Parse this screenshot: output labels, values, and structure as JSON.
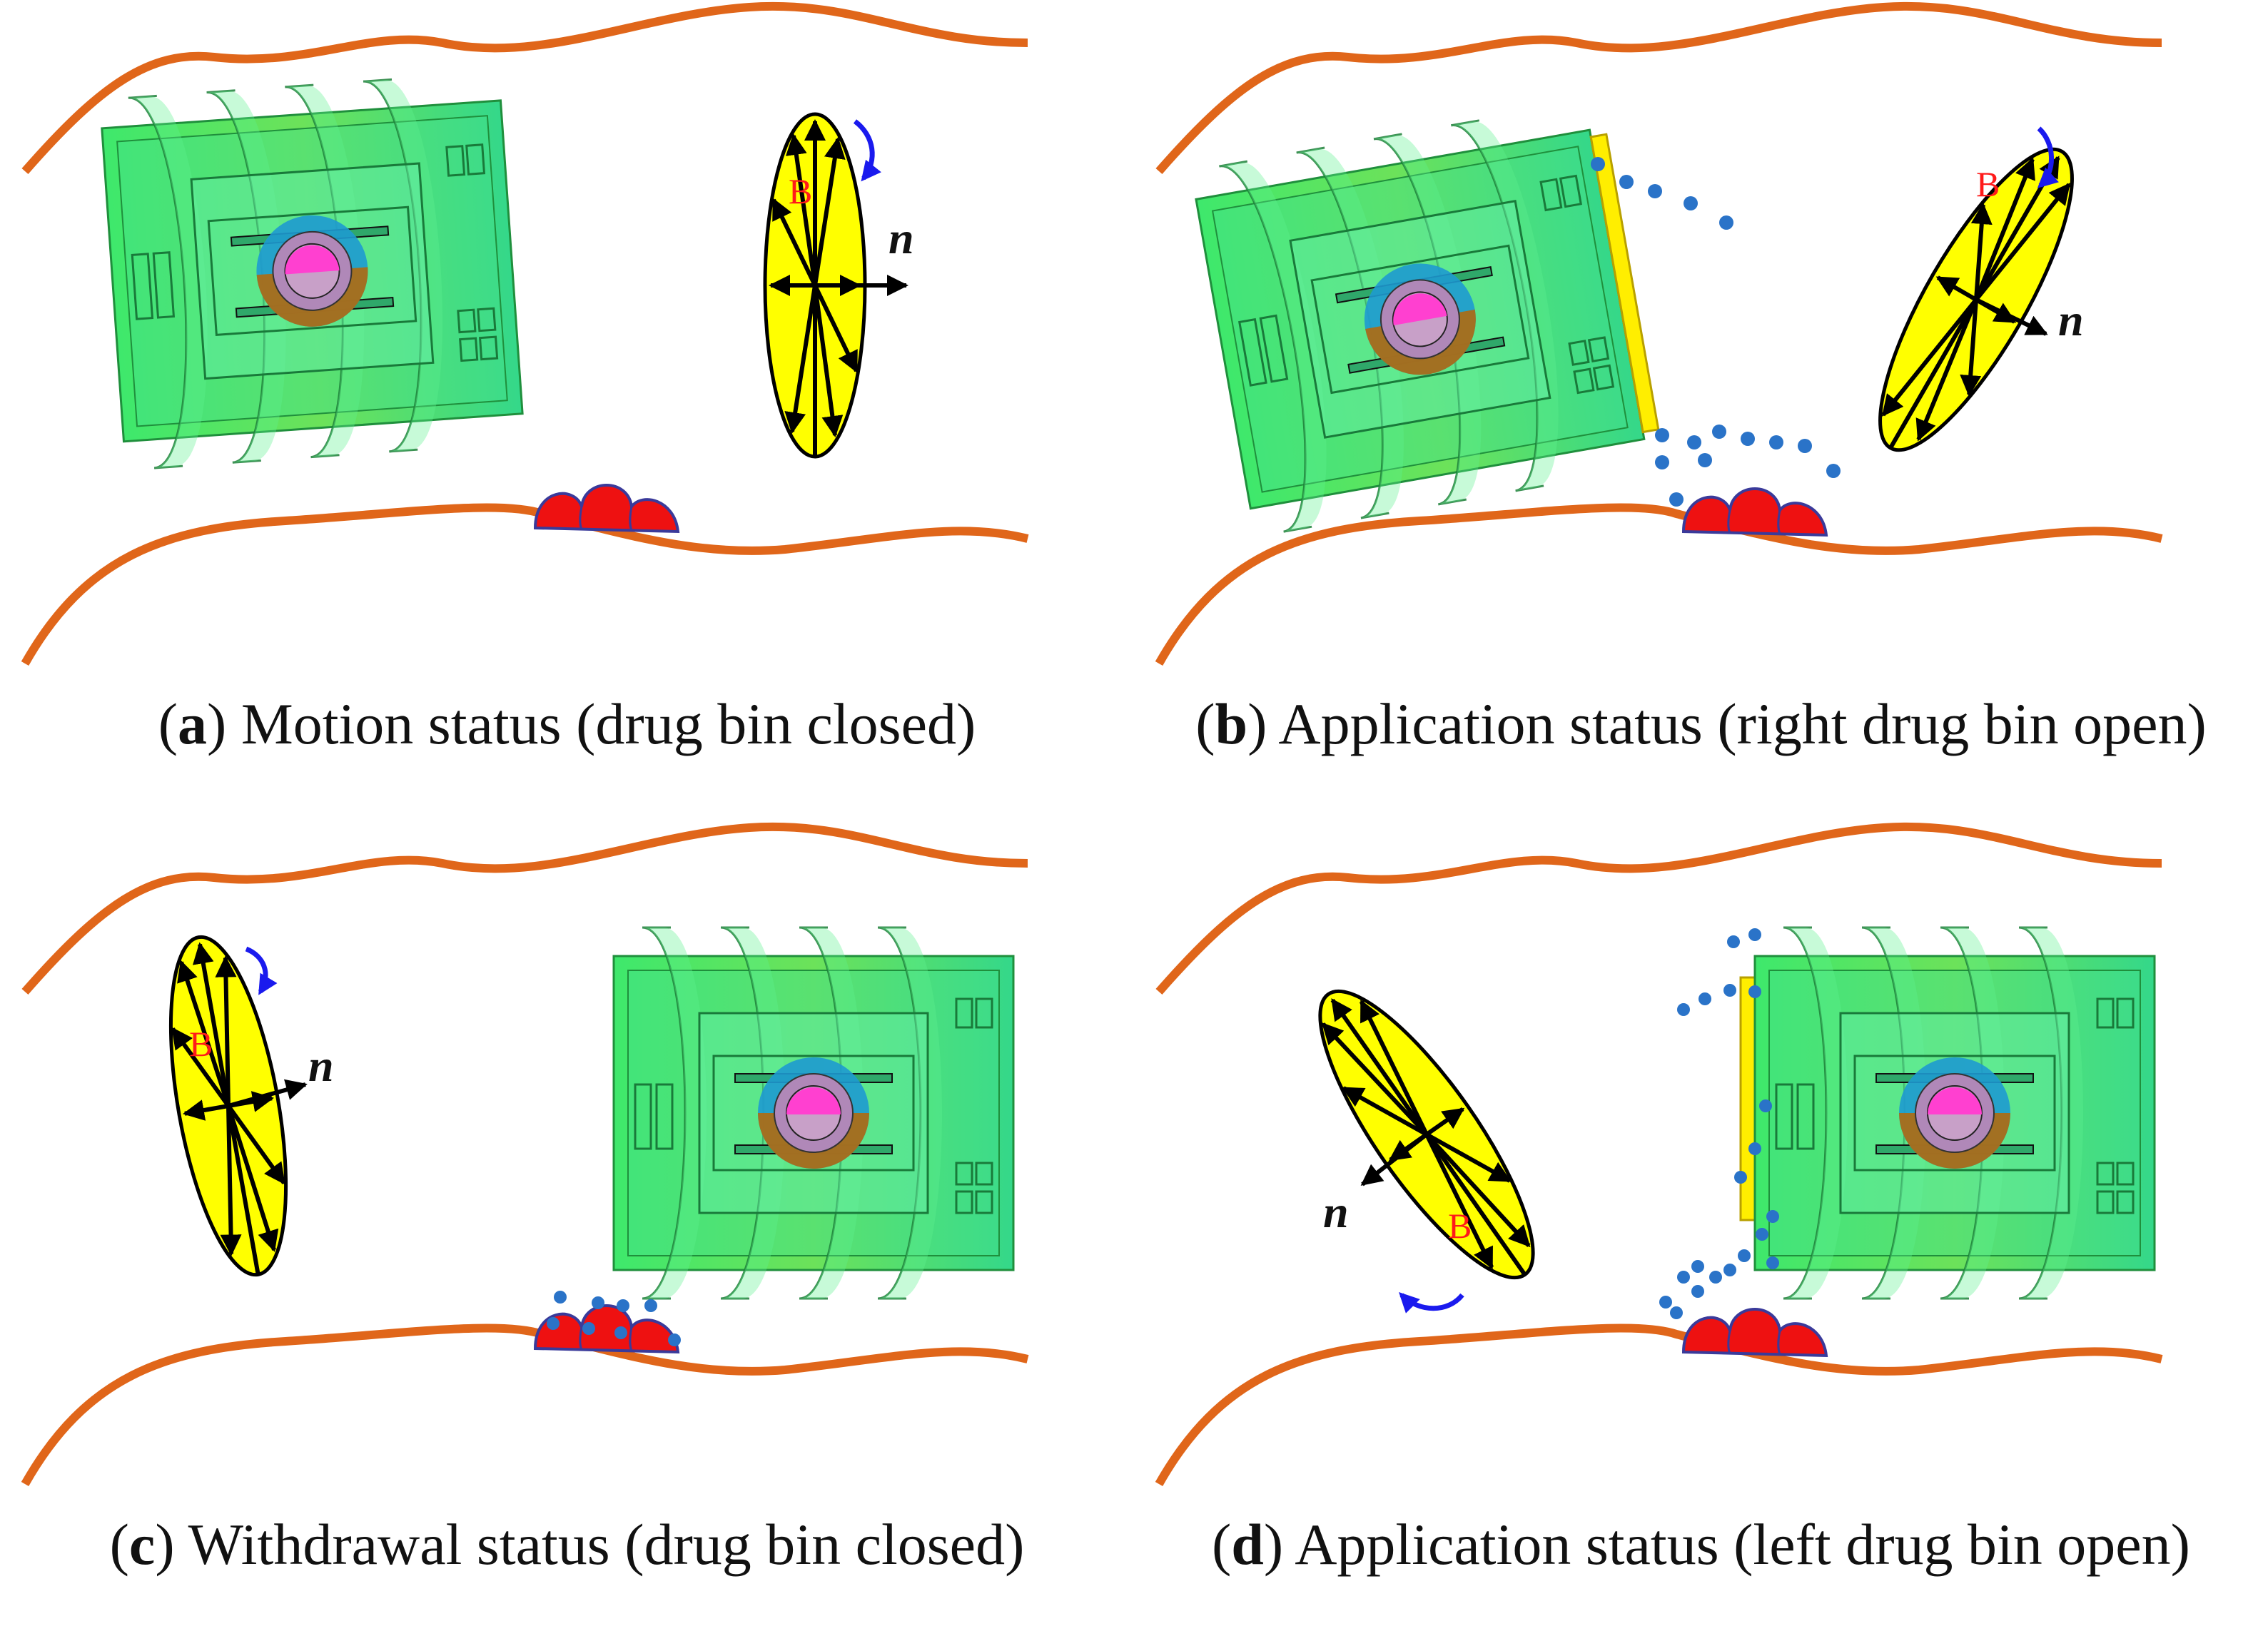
{
  "panels": [
    {
      "id": "a",
      "letter": "a",
      "caption": "Motion status (drug bin closed)",
      "field_label": "B",
      "normal_label": "n"
    },
    {
      "id": "b",
      "letter": "b",
      "caption": "Application status (right drug bin open)",
      "field_label": "B",
      "normal_label": "n"
    },
    {
      "id": "c",
      "letter": "c",
      "caption": "Withdrawal status (drug bin closed)",
      "field_label": "B",
      "normal_label": "n"
    },
    {
      "id": "d",
      "letter": "d",
      "caption": "Application status (left drug bin open)",
      "field_label": "B",
      "normal_label": "n"
    }
  ],
  "colors": {
    "wall": "#e0661a",
    "robot_green": "#33e07a",
    "robot_dark": "#22b04e",
    "field_ellipse": "#ffff00",
    "lesion": "#ee1111",
    "drug_particle": "#2a73c8",
    "drug_bin": "#ffee00",
    "rotation_arrow": "#1a1aee",
    "label_B": "#ff1a1a"
  },
  "icons": {
    "wall": "intestine-wall-curve",
    "robot": "capsule-robot-icon",
    "field": "rotating-magnetic-field-ellipse",
    "lesion": "lesion-bumps",
    "particle": "drug-particle-dot"
  }
}
